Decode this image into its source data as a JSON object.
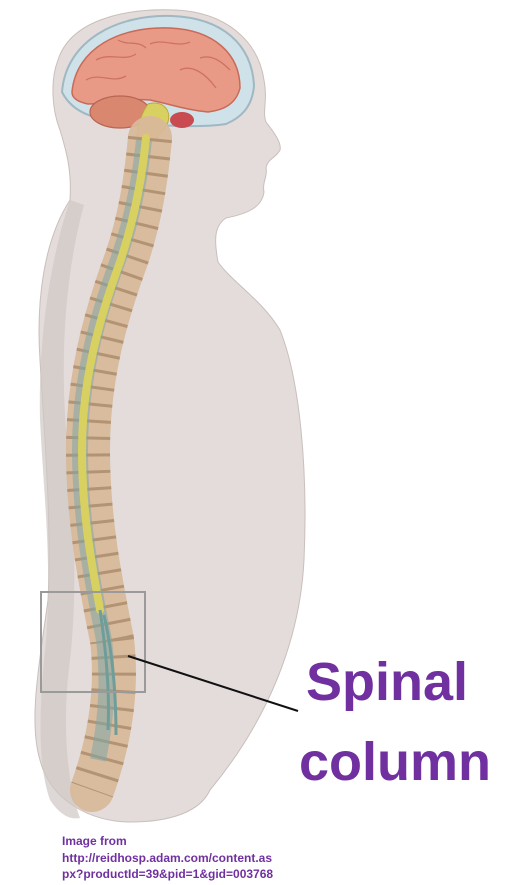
{
  "diagram": {
    "label_line1": "Spinal",
    "label_line2": "column",
    "credit_line1": "Image from",
    "credit_line2": "http://reidhosp.adam.com/content.as",
    "credit_line3": "px?productId=39&pid=1&gid=003768"
  },
  "colors": {
    "label": "#7030a0",
    "body_silhouette": "#e3dcda",
    "brain": "#e89a86",
    "spinal_cord": "#d8d060",
    "vertebrae": "#d8b89a"
  }
}
